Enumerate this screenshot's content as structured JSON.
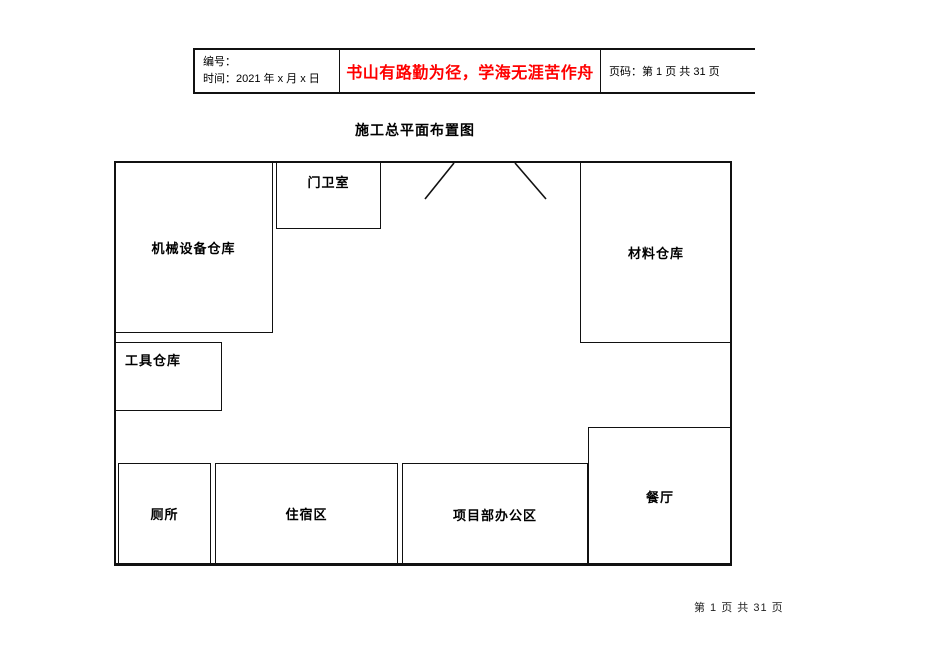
{
  "header": {
    "number_label": "编号：",
    "time_label": "时间：2021 年 x 月 x 日",
    "motto": "书山有路勤为径，学海无涯苦作舟",
    "page_label": "页码：第 1 页  共 31 页"
  },
  "title": "施工总平面布置图",
  "diagram": {
    "rooms": [
      {
        "id": "machinery",
        "label": "机械设备仓库"
      },
      {
        "id": "guard",
        "label": "门卫室"
      },
      {
        "id": "material",
        "label": "材料仓库"
      },
      {
        "id": "tool",
        "label": "工具仓库"
      },
      {
        "id": "toilet",
        "label": "厕所"
      },
      {
        "id": "dorm",
        "label": "住宿区"
      },
      {
        "id": "office",
        "label": "项目部办公区"
      },
      {
        "id": "dining",
        "label": "餐厅"
      }
    ],
    "gate_icon": "entrance-gate-opening"
  },
  "footer": {
    "page_text": "第 1 页 共 31 页"
  },
  "colors": {
    "motto_red": "#ff0000",
    "line_black": "#111111",
    "background": "#ffffff"
  }
}
